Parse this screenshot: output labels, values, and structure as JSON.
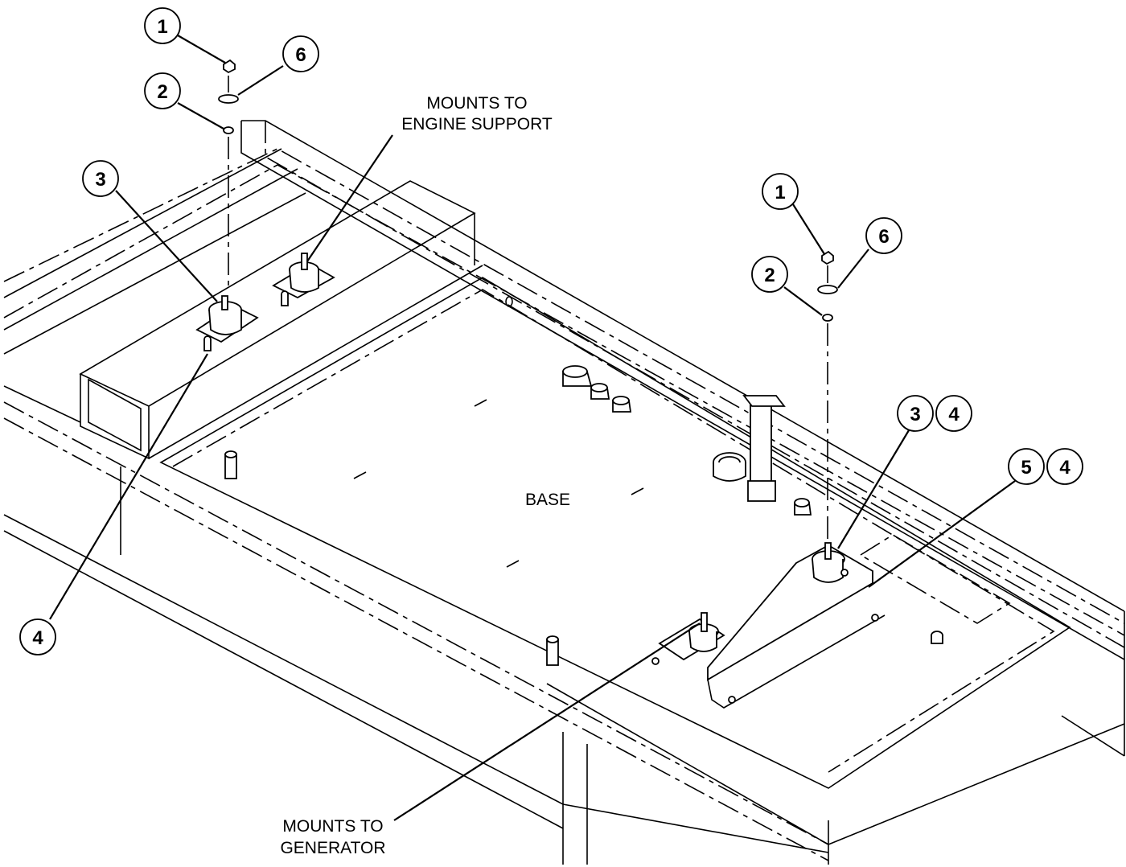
{
  "labels": {
    "engine_support": [
      "MOUNTS TO",
      "ENGINE SUPPORT"
    ],
    "base": "BASE",
    "generator": [
      "MOUNTS TO",
      "GENERATOR"
    ]
  },
  "callouts": [
    {
      "id": "callout-1-left",
      "text": "1"
    },
    {
      "id": "callout-6-left",
      "text": "6"
    },
    {
      "id": "callout-2-left",
      "text": "2"
    },
    {
      "id": "callout-3-left",
      "text": "3"
    },
    {
      "id": "callout-4-left",
      "text": "4"
    },
    {
      "id": "callout-1-right",
      "text": "1"
    },
    {
      "id": "callout-6-right",
      "text": "6"
    },
    {
      "id": "callout-2-right",
      "text": "2"
    },
    {
      "id": "callout-3-right",
      "text": "3"
    },
    {
      "id": "callout-4-right-a",
      "text": "4"
    },
    {
      "id": "callout-5-right",
      "text": "5"
    },
    {
      "id": "callout-4-right-b",
      "text": "4"
    }
  ]
}
